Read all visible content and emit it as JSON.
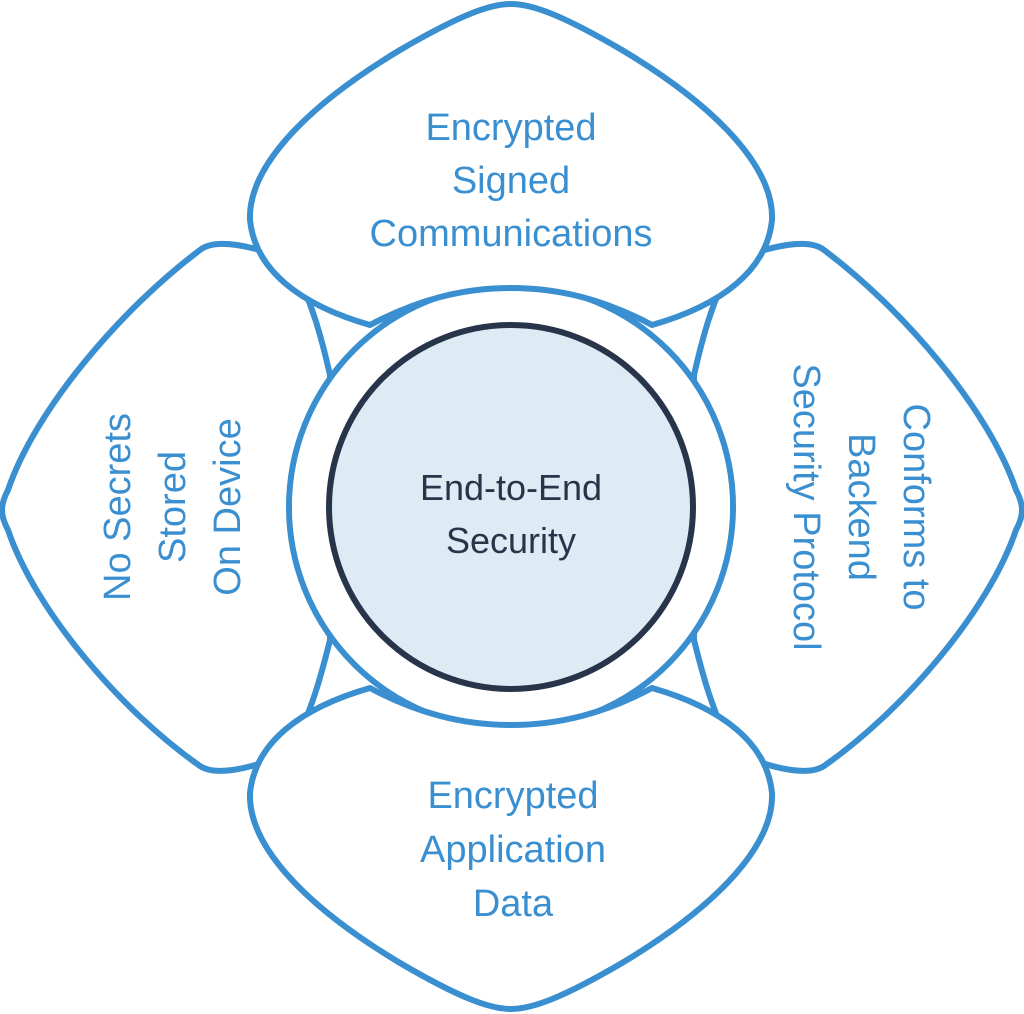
{
  "colors": {
    "petal_stroke": "#3a8fd0",
    "petal_text": "#3a8fd0",
    "core_fill": "#deebf5",
    "core_stroke": "#27344a",
    "core_text": "#27344a"
  },
  "center": {
    "lines": [
      "End-to-End",
      "Security"
    ]
  },
  "petals": {
    "top": {
      "lines": [
        "Encrypted",
        "Signed",
        "Communications"
      ]
    },
    "right": {
      "lines": [
        "Conforms to",
        "Backend",
        "Security Protocol"
      ]
    },
    "bottom": {
      "lines": [
        "Encrypted",
        "Application",
        "Data"
      ]
    },
    "left": {
      "lines": [
        "No Secrets",
        "Stored",
        "On Device"
      ]
    }
  }
}
